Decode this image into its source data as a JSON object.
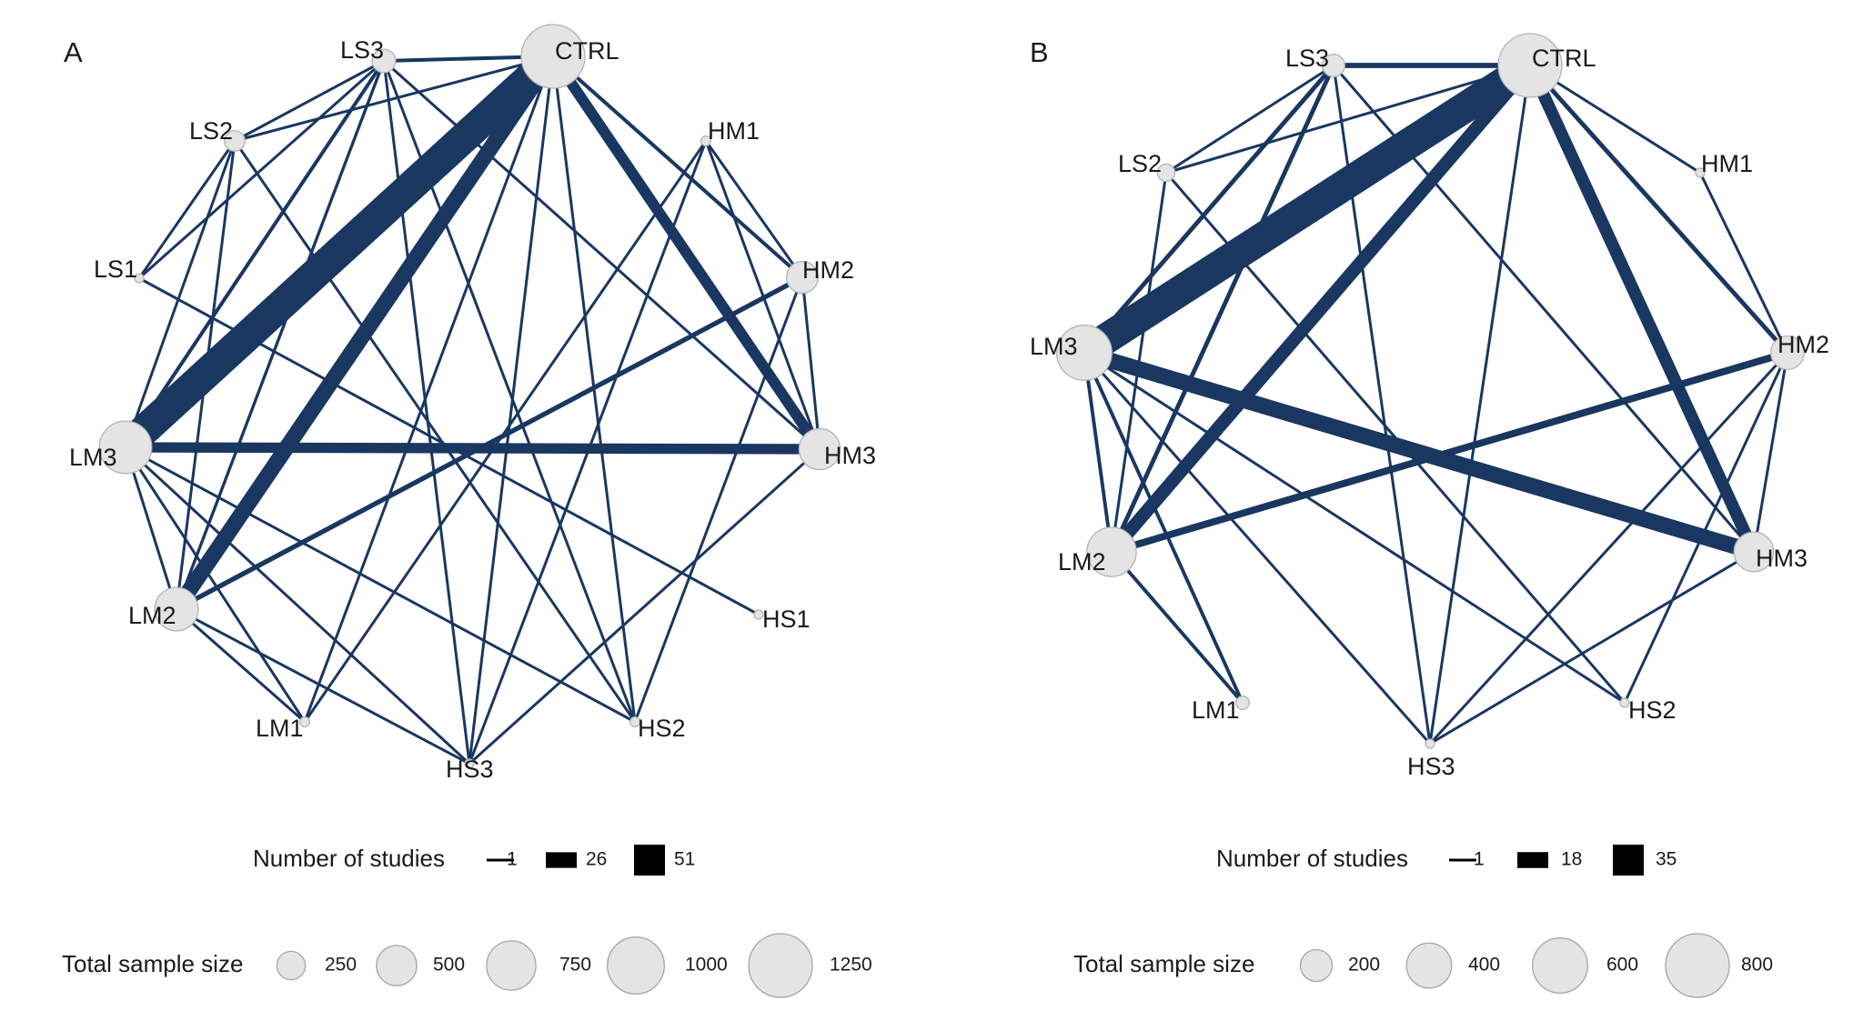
{
  "chart_data": [
    {
      "type": "network",
      "panel_label": "A",
      "nodes": [
        {
          "id": "CTRL",
          "sample_size": 1250
        },
        {
          "id": "LS3",
          "sample_size": 170
        },
        {
          "id": "LS2",
          "sample_size": 130
        },
        {
          "id": "LS1",
          "sample_size": 20
        },
        {
          "id": "LM3",
          "sample_size": 850
        },
        {
          "id": "LM2",
          "sample_size": 580
        },
        {
          "id": "LM1",
          "sample_size": 30
        },
        {
          "id": "HS3",
          "sample_size": 20
        },
        {
          "id": "HS2",
          "sample_size": 30
        },
        {
          "id": "HS1",
          "sample_size": 5
        },
        {
          "id": "HM3",
          "sample_size": 520
        },
        {
          "id": "HM2",
          "sample_size": 310
        },
        {
          "id": "HM1",
          "sample_size": 30
        }
      ],
      "edges": [
        {
          "from": "CTRL",
          "to": "LS3",
          "studies": 6
        },
        {
          "from": "CTRL",
          "to": "LM3",
          "studies": 51
        },
        {
          "from": "CTRL",
          "to": "LM2",
          "studies": 26
        },
        {
          "from": "CTRL",
          "to": "HM3",
          "studies": 18
        },
        {
          "from": "CTRL",
          "to": "HM2",
          "studies": 6
        },
        {
          "from": "CTRL",
          "to": "HS3",
          "studies": 4
        },
        {
          "from": "CTRL",
          "to": "HS2",
          "studies": 3
        },
        {
          "from": "CTRL",
          "to": "LM1",
          "studies": 3
        },
        {
          "from": "CTRL",
          "to": "LS2",
          "studies": 4
        },
        {
          "from": "LS3",
          "to": "LS2",
          "studies": 3
        },
        {
          "from": "LS3",
          "to": "LS1",
          "studies": 3
        },
        {
          "from": "LS3",
          "to": "LM3",
          "studies": 6
        },
        {
          "from": "LS3",
          "to": "LM2",
          "studies": 5
        },
        {
          "from": "LS3",
          "to": "HM3",
          "studies": 3
        },
        {
          "from": "LS3",
          "to": "HS2",
          "studies": 3
        },
        {
          "from": "LS3",
          "to": "HS3",
          "studies": 3
        },
        {
          "from": "LS2",
          "to": "LS1",
          "studies": 3
        },
        {
          "from": "LS2",
          "to": "LM3",
          "studies": 3
        },
        {
          "from": "LS2",
          "to": "LM2",
          "studies": 3
        },
        {
          "from": "LS2",
          "to": "HS2",
          "studies": 3
        },
        {
          "from": "LS1",
          "to": "HS1",
          "studies": 3
        },
        {
          "from": "LM3",
          "to": "HM3",
          "studies": 17
        },
        {
          "from": "LM3",
          "to": "LM2",
          "studies": 4
        },
        {
          "from": "LM3",
          "to": "LM1",
          "studies": 3
        },
        {
          "from": "LM3",
          "to": "HS3",
          "studies": 3
        },
        {
          "from": "LM3",
          "to": "HS2",
          "studies": 3
        },
        {
          "from": "LM2",
          "to": "HM2",
          "studies": 8
        },
        {
          "from": "LM2",
          "to": "LM1",
          "studies": 3
        },
        {
          "from": "LM2",
          "to": "HS3",
          "studies": 3
        },
        {
          "from": "HM1",
          "to": "HM2",
          "studies": 3
        },
        {
          "from": "HM1",
          "to": "HM3",
          "studies": 4
        },
        {
          "from": "HM1",
          "to": "LM1",
          "studies": 3
        },
        {
          "from": "HM1",
          "to": "HS3",
          "studies": 3
        },
        {
          "from": "HM2",
          "to": "HM3",
          "studies": 3
        },
        {
          "from": "HM2",
          "to": "HS2",
          "studies": 3
        },
        {
          "from": "HM3",
          "to": "HS3",
          "studies": 3
        }
      ],
      "legend": {
        "studies_title": "Number of studies",
        "studies_values": [
          1,
          26,
          51
        ],
        "sample_title": "Total sample size",
        "sample_values": [
          250,
          500,
          750,
          1000,
          1250
        ]
      }
    },
    {
      "type": "network",
      "panel_label": "B",
      "nodes": [
        {
          "id": "CTRL",
          "sample_size": 800
        },
        {
          "id": "LS3",
          "sample_size": 100
        },
        {
          "id": "LS2",
          "sample_size": 60
        },
        {
          "id": "LM3",
          "sample_size": 600
        },
        {
          "id": "LM2",
          "sample_size": 480
        },
        {
          "id": "LM1",
          "sample_size": 35
        },
        {
          "id": "HS3",
          "sample_size": 10
        },
        {
          "id": "HS2",
          "sample_size": 10
        },
        {
          "id": "HM3",
          "sample_size": 310
        },
        {
          "id": "HM2",
          "sample_size": 220
        },
        {
          "id": "HM1",
          "sample_size": 10
        }
      ],
      "edges": [
        {
          "from": "CTRL",
          "to": "LS3",
          "studies": 6
        },
        {
          "from": "CTRL",
          "to": "LM3",
          "studies": 35
        },
        {
          "from": "CTRL",
          "to": "LM2",
          "studies": 15
        },
        {
          "from": "CTRL",
          "to": "HM3",
          "studies": 14
        },
        {
          "from": "CTRL",
          "to": "HM2",
          "studies": 5
        },
        {
          "from": "CTRL",
          "to": "HM1",
          "studies": 3
        },
        {
          "from": "CTRL",
          "to": "HS3",
          "studies": 3
        },
        {
          "from": "CTRL",
          "to": "LS2",
          "studies": 3
        },
        {
          "from": "LS3",
          "to": "LS2",
          "studies": 3
        },
        {
          "from": "LS3",
          "to": "LM3",
          "studies": 5
        },
        {
          "from": "LS3",
          "to": "LM2",
          "studies": 5
        },
        {
          "from": "LS3",
          "to": "HM3",
          "studies": 3
        },
        {
          "from": "LS3",
          "to": "HS3",
          "studies": 3
        },
        {
          "from": "LS2",
          "to": "LM2",
          "studies": 3
        },
        {
          "from": "LS2",
          "to": "HS2",
          "studies": 3
        },
        {
          "from": "LM3",
          "to": "HM3",
          "studies": 18
        },
        {
          "from": "LM3",
          "to": "LM2",
          "studies": 4
        },
        {
          "from": "LM3",
          "to": "LM1",
          "studies": 4
        },
        {
          "from": "LM3",
          "to": "HS3",
          "studies": 3
        },
        {
          "from": "LM3",
          "to": "HS2",
          "studies": 3
        },
        {
          "from": "LM2",
          "to": "HM2",
          "studies": 8
        },
        {
          "from": "LM2",
          "to": "LM1",
          "studies": 4
        },
        {
          "from": "HM1",
          "to": "HM2",
          "studies": 3
        },
        {
          "from": "HM2",
          "to": "HM3",
          "studies": 3
        },
        {
          "from": "HM2",
          "to": "HS2",
          "studies": 3
        },
        {
          "from": "HM3",
          "to": "HS3",
          "studies": 3
        },
        {
          "from": "HM2",
          "to": "HS3",
          "studies": 3
        }
      ],
      "legend": {
        "studies_title": "Number of studies",
        "studies_values": [
          1,
          18,
          35
        ],
        "sample_title": "Total sample size",
        "sample_values": [
          200,
          400,
          600,
          800
        ]
      }
    }
  ],
  "colors": {
    "edge": "#193761",
    "node_fill": "#e4e4e4",
    "node_stroke": "#b4b4b4",
    "legend_swatch": "#000000"
  }
}
